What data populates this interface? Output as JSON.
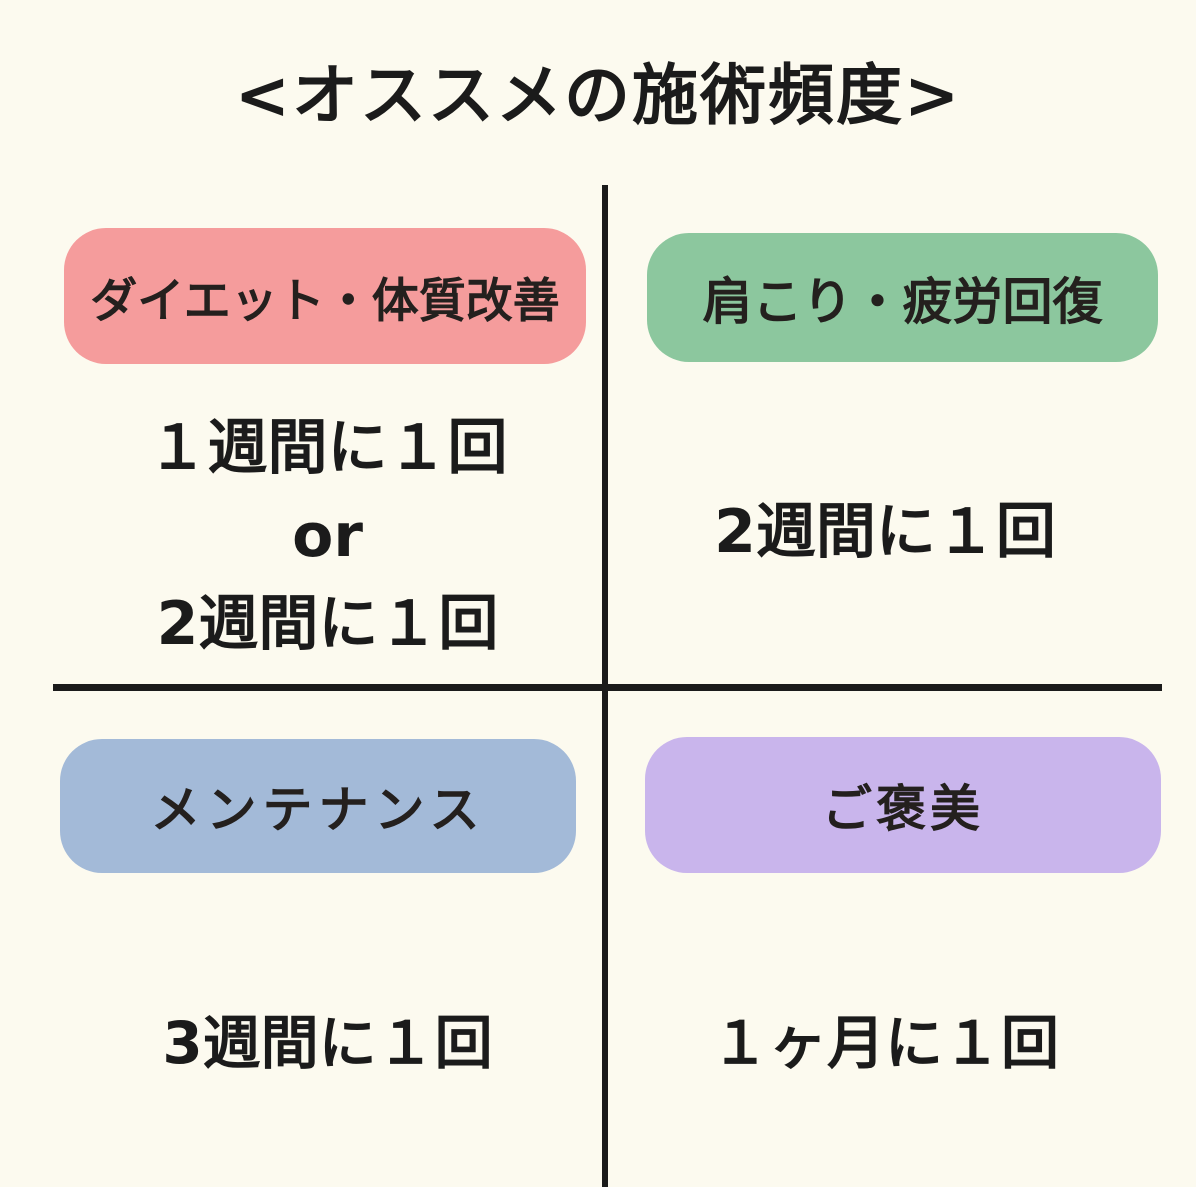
{
  "title": "<オススメの施術頻度>",
  "colors": {
    "background": "#FCFAEF",
    "divider": "#1B1B1B",
    "text": "#1B1B1B",
    "pink": "#F59C9C",
    "green": "#8CC79E",
    "blue": "#A3BAD8",
    "purple": "#C9B5EC"
  },
  "quadrants": [
    {
      "id": "diet",
      "label": "ダイエット・体質改善",
      "color": "#F59C9C",
      "frequency_lines": [
        "１週間に１回",
        "or",
        "2週間に１回"
      ]
    },
    {
      "id": "shoulder",
      "label": "肩こり・疲労回復",
      "color": "#8CC79E",
      "frequency_lines": [
        "2週間に１回"
      ]
    },
    {
      "id": "maintenance",
      "label": "メンテナンス",
      "color": "#A3BAD8",
      "frequency_lines": [
        "3週間に１回"
      ]
    },
    {
      "id": "reward",
      "label": "ご褒美",
      "color": "#C9B5EC",
      "frequency_lines": [
        "１ヶ月に１回"
      ]
    }
  ]
}
